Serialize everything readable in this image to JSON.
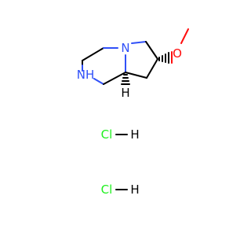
{
  "molecule": {
    "atoms": {
      "n_ring": "N",
      "nh": "NH",
      "h_stereo": "H",
      "o": "O",
      "cl_1": "Cl",
      "h_1": "H",
      "cl_2": "Cl",
      "h_2": "H"
    },
    "colors": {
      "bond": "#000000",
      "nitrogen": "#3050F8",
      "oxygen": "#FF0D0D",
      "chlorine": "#1FF01F",
      "hydrogen": "#000000"
    }
  }
}
